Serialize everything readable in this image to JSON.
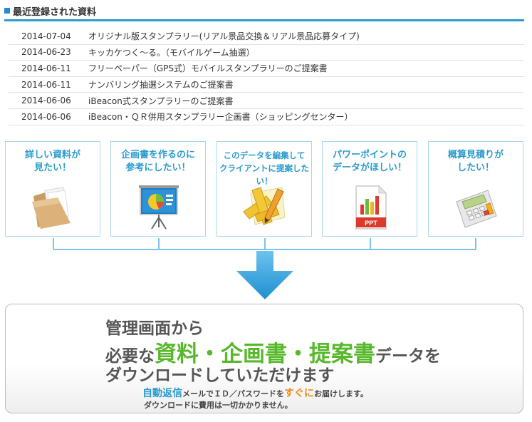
{
  "header": {
    "title": "最近登録された資料"
  },
  "recent": [
    {
      "date": "2014-07-04",
      "name": "オリジナル版スタンプラリー(リアル景品交換＆リアル景品応募タイプ)"
    },
    {
      "date": "2014-06-23",
      "name": "キッカケつく〜る。（モバイルゲーム抽選）"
    },
    {
      "date": "2014-06-11",
      "name": "フリーペーパー（GPS式）モバイルスタンプラリーのご提案書"
    },
    {
      "date": "2014-06-11",
      "name": "ナンバリング抽選システムのご提案書"
    },
    {
      "date": "2014-06-06",
      "name": "iBeacon式スタンプラリーのご提案書"
    },
    {
      "date": "2014-06-06",
      "name": "iBeacon・ＱＲ併用スタンプラリー企画書（ショッピングセンター）"
    }
  ],
  "cards": [
    {
      "line1": "詳しい資料が",
      "line2": "見たい！",
      "icon": "folder-icon"
    },
    {
      "line1": "企画書を作るのに",
      "line2": "参考にしたい！",
      "icon": "presentation-board-icon"
    },
    {
      "line1": "このデータを編集して",
      "line2": "クライアントに提案したい！",
      "icon": "ruler-pencil-icon"
    },
    {
      "line1": "パワーポイントの",
      "line2": "データがほしい！",
      "icon": "ppt-file-icon"
    },
    {
      "line1": "概算見積りが",
      "line2": "したい！",
      "icon": "calculator-icon"
    }
  ],
  "ppt_label": "PPT",
  "banner": {
    "line1": "管理画面から",
    "line2_pre": "必要な",
    "line2_big": "資料・企画書・提案書",
    "line2_post": "データを",
    "line3": "ダウンロードしていただけます",
    "note1_blue": "自動返信",
    "note1_mid": "メールでＩＤ／パスワードを",
    "note1_orange": "すぐに",
    "note1_end": "お届けします。",
    "note2": "ダウンロードに費用は一切かかりません。"
  },
  "colors": {
    "accent": "#2a9bd0",
    "green": "#58b82b",
    "orange": "#f08a1c"
  }
}
